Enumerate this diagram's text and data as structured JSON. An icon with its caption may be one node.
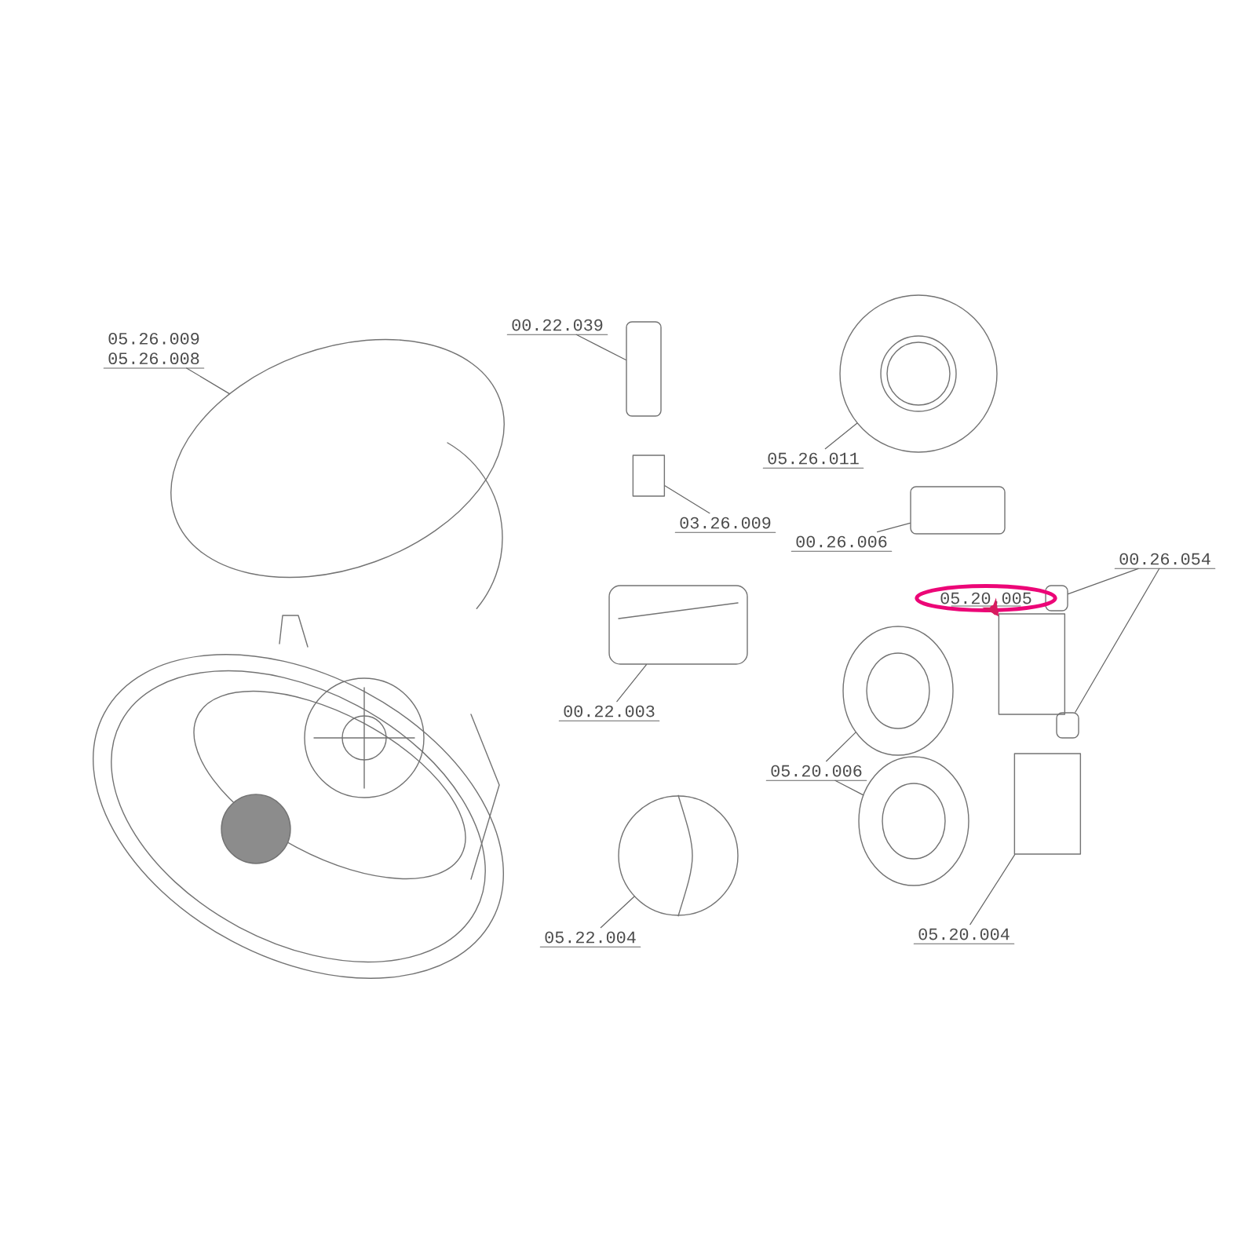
{
  "diagram": {
    "nodes": [
      {
        "text": [
          "05.26.009",
          "05.26.008"
        ]
      },
      {
        "text": [],
        "shape": "picture"
      },
      {
        "text": [
          "00.22.039"
        ]
      },
      {
        "text": [],
        "shape": "box"
      },
      {
        "text": [
          "03.26.009"
        ]
      },
      {
        "text": [],
        "shape": "cylinder"
      },
      {
        "text": [
          "00.22.003"
        ]
      },
      {
        "text": [],
        "shape": "picture"
      },
      {
        "text": [
          "05.26.011"
        ]
      },
      {
        "text": [],
        "shape": "picture"
      },
      {
        "text": [
          "00.26.006"
        ]
      },
      {
        "text": [],
        "shape": "box"
      },
      {
        "text": [
          "00.26.054"
        ]
      },
      {
        "text": [],
        "shape": "box"
      },
      {
        "text": [],
        "shape": "box"
      },
      {
        "text": [
          "05.20.005"
        ]
      },
      {
        "text": [],
        "shape": "cylinder"
      },
      {
        "text": [
          "05.20.006"
        ]
      },
      {
        "text": [],
        "shape": "picture"
      },
      {
        "text": [],
        "shape": "picture"
      },
      {
        "text": [
          "05.20.004"
        ]
      },
      {
        "text": [],
        "shape": "cylinder"
      },
      {
        "text": [
          "05.22.004"
        ]
      },
      {
        "text": [],
        "shape": "picture"
      }
    ],
    "edges": [
      {
        "from": 0,
        "to": 1,
        "arrow": "none"
      },
      {
        "from": 2,
        "to": 3,
        "arrow": "none"
      },
      {
        "from": 4,
        "to": 5,
        "arrow": "none"
      },
      {
        "from": 6,
        "to": 7,
        "arrow": "none"
      },
      {
        "from": 8,
        "to": 9,
        "arrow": "none"
      },
      {
        "from": 10,
        "to": 11,
        "arrow": "none"
      },
      {
        "from": 12,
        "to": 13,
        "arrow": "none"
      },
      {
        "from": 12,
        "to": 14,
        "arrow": "none"
      },
      {
        "from": 15,
        "to": 16,
        "arrow": "to",
        "style": "thick",
        "color": "#d81b60"
      },
      {
        "from": 17,
        "to": 18,
        "arrow": "none"
      },
      {
        "from": 17,
        "to": 19,
        "arrow": "none"
      },
      {
        "from": 20,
        "to": 21,
        "arrow": "none"
      },
      {
        "from": 22,
        "to": 23,
        "arrow": "none"
      }
    ]
  }
}
